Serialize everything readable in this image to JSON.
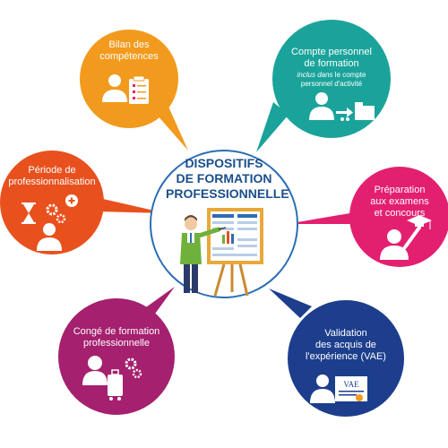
{
  "center": {
    "title_lines": [
      "DISPOSITIFS",
      "DE FORMATION",
      "PROFESSIONNELLE"
    ]
  },
  "nodes": [
    {
      "id": "bilan",
      "color": "#f29a1d",
      "lines": [
        "Bilan des",
        "compétences"
      ],
      "icon": "checklist-person-icon"
    },
    {
      "id": "compte",
      "color": "#1aa39a",
      "lines": [
        "Compte personnel",
        "de formation"
      ],
      "sub_italic": "inclus dans",
      "sub_rest": " le compte",
      "sub_line2": "personnel d'activité",
      "icon": "person-folder-icon"
    },
    {
      "id": "preparation",
      "color": "#e31f70",
      "lines": [
        "Préparation",
        "aux examens",
        "et concours"
      ],
      "icon": "graduate-icon"
    },
    {
      "id": "validation",
      "color": "#1c3e8c",
      "lines": [
        "Validation",
        "des acquis de",
        "l'expérience (VAE)"
      ],
      "icon": "vae-certificate-icon",
      "certificate_text": "VAE"
    },
    {
      "id": "conge",
      "color": "#a5206e",
      "lines": [
        "Congé de formation",
        "professionnelle"
      ],
      "icon": "person-luggage-icon"
    },
    {
      "id": "periode",
      "color": "#e8511e",
      "lines": [
        "Période de",
        "professionnalisation"
      ],
      "icon": "hourglass-gears-icon"
    }
  ]
}
